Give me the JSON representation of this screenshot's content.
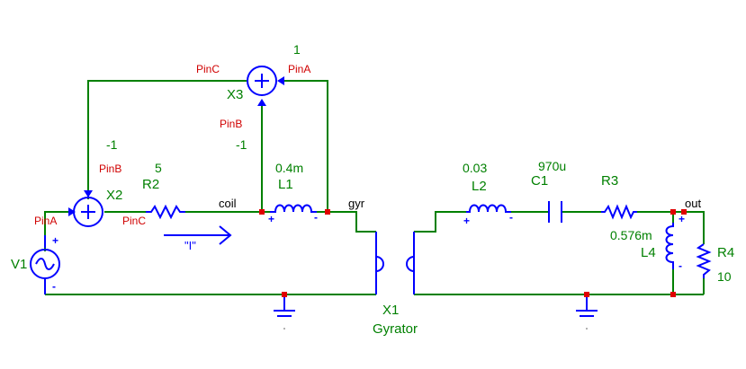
{
  "components": {
    "V1": {
      "name": "V1"
    },
    "X2": {
      "name": "X2",
      "pin_a": "PinA",
      "pin_b": "PinB",
      "pin_c": "PinC",
      "gain_b": "-1",
      "gain_c": "5"
    },
    "X3": {
      "name": "X3",
      "pin_a": "PinA",
      "pin_b": "PinB",
      "pin_c": "PinC",
      "gain_a": "1",
      "gain_b": "-1"
    },
    "R2": {
      "name": "R2"
    },
    "L1": {
      "name": "L1",
      "value": "0.4m"
    },
    "X1": {
      "name": "X1",
      "type": "Gyrator"
    },
    "L2": {
      "name": "L2",
      "value": "0.03"
    },
    "C1": {
      "name": "C1",
      "value": "970u"
    },
    "R3": {
      "name": "R3"
    },
    "L4": {
      "name": "L4",
      "value": "0.576m"
    },
    "R4": {
      "name": "R4",
      "value": "10"
    }
  },
  "nets": {
    "coil": "coil",
    "gyr": "gyr",
    "out": "out"
  },
  "current_arrow": {
    "label": "\"I\""
  },
  "polarity": {
    "plus": "+",
    "minus": "-"
  }
}
